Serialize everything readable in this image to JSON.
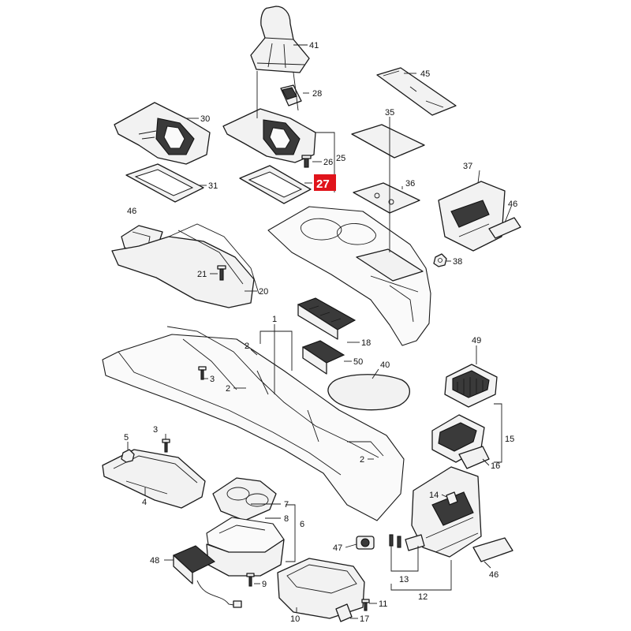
{
  "callouts": [
    {
      "id": "l41",
      "text": "41"
    },
    {
      "id": "l45",
      "text": "45"
    },
    {
      "id": "l28",
      "text": "28"
    },
    {
      "id": "l30",
      "text": "30"
    },
    {
      "id": "l35",
      "text": "35"
    },
    {
      "id": "l25",
      "text": "25"
    },
    {
      "id": "l26",
      "text": "26"
    },
    {
      "id": "l27",
      "text": "27"
    },
    {
      "id": "l31",
      "text": "31"
    },
    {
      "id": "l37",
      "text": "37"
    },
    {
      "id": "l36",
      "text": "36"
    },
    {
      "id": "l46a",
      "text": "46"
    },
    {
      "id": "l46b",
      "text": "46"
    },
    {
      "id": "l38",
      "text": "38"
    },
    {
      "id": "l21",
      "text": "21"
    },
    {
      "id": "l20",
      "text": "20"
    },
    {
      "id": "l1",
      "text": "1"
    },
    {
      "id": "l18",
      "text": "18"
    },
    {
      "id": "l2a",
      "text": "2"
    },
    {
      "id": "l49",
      "text": "49"
    },
    {
      "id": "l50",
      "text": "50"
    },
    {
      "id": "l40",
      "text": "40"
    },
    {
      "id": "l3a",
      "text": "3"
    },
    {
      "id": "l2b",
      "text": "2"
    },
    {
      "id": "l5",
      "text": "5"
    },
    {
      "id": "l3b",
      "text": "3"
    },
    {
      "id": "l15",
      "text": "15"
    },
    {
      "id": "l2c",
      "text": "2"
    },
    {
      "id": "l16",
      "text": "16"
    },
    {
      "id": "l4",
      "text": "4"
    },
    {
      "id": "l7",
      "text": "7"
    },
    {
      "id": "l14",
      "text": "14"
    },
    {
      "id": "l8",
      "text": "8"
    },
    {
      "id": "l6",
      "text": "6"
    },
    {
      "id": "l47",
      "text": "47"
    },
    {
      "id": "l48",
      "text": "48"
    },
    {
      "id": "l13",
      "text": "13"
    },
    {
      "id": "l46c",
      "text": "46"
    },
    {
      "id": "l9",
      "text": "9"
    },
    {
      "id": "l12",
      "text": "12"
    },
    {
      "id": "l11",
      "text": "11"
    },
    {
      "id": "l10",
      "text": "10"
    },
    {
      "id": "l17",
      "text": "17"
    }
  ]
}
